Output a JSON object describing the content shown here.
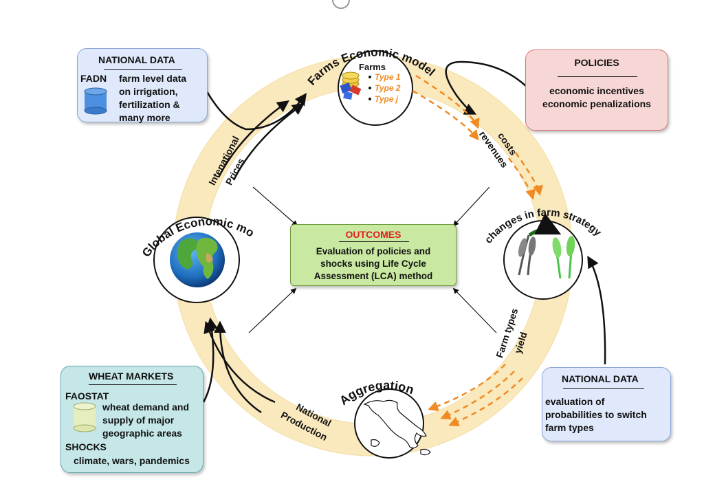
{
  "national_data_top": {
    "title": "NATIONAL DATA",
    "source": "FADN",
    "lines": [
      "farm level data",
      "on irrigation,",
      "fertilization &",
      "many more"
    ]
  },
  "policies": {
    "title": "POLICIES",
    "lines": [
      "economic incentives",
      "economic penalizations"
    ]
  },
  "wheat_markets": {
    "title": "WHEAT MARKETS",
    "source": "FAOSTAT",
    "lines": [
      "wheat demand and",
      "supply of major",
      "geographic areas"
    ],
    "shocks_title": "SHOCKS",
    "shocks_text": "climate, wars, pandemics"
  },
  "national_data_bottom": {
    "title": "NATIONAL DATA",
    "lines": [
      "evaluation of",
      "probabilities to switch",
      "farm types"
    ]
  },
  "outcomes": {
    "title": "OUTCOMES",
    "lines": [
      "Evaluation of policies and",
      "shocks using Life Cycle",
      "Assessment (LCA) method"
    ]
  },
  "farms_node": {
    "arc_label": "Farms Economic models",
    "title": "Farms",
    "types": [
      "Type 1",
      "Type 2",
      "Type j"
    ]
  },
  "global_node": {
    "arc_label": "Global Economic model"
  },
  "strategy_node": {
    "arc_label": "changes in farm strategy"
  },
  "aggregation_node": {
    "arc_label": "Aggregation"
  },
  "ring_labels": {
    "international_prices_1": "Intenational",
    "international_prices_2": "Prices",
    "costs": "costs",
    "revenues": "revenues",
    "farm_types": "Farm types",
    "yield": "yield",
    "national_production_1": "National",
    "national_production_2": "Production"
  },
  "colors": {
    "ring": "#fbe9be",
    "blue_box": "#dfe9fb",
    "red_box": "#f7d7d5",
    "teal_box": "#c6e7e8",
    "green_box": "#c9e8a1",
    "outcomes_title": "#e11d1d",
    "type_orange": "#f08a22"
  }
}
